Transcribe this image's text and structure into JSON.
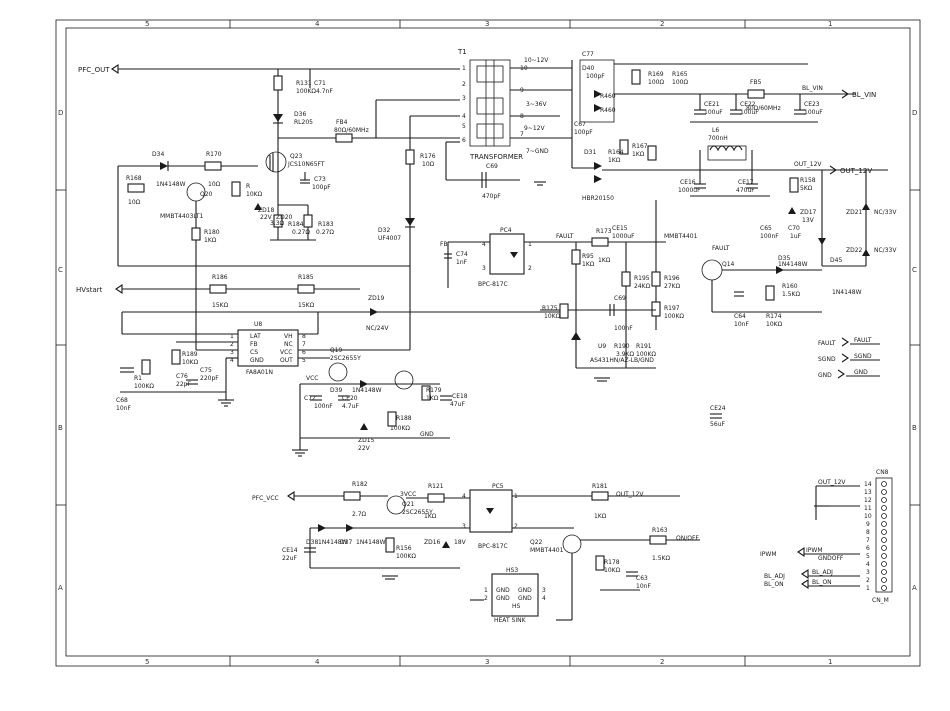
{
  "border": {
    "columns_top": [
      "5",
      "4",
      "3",
      "2",
      "1"
    ],
    "columns_bottom": [
      "5",
      "4",
      "3",
      "2",
      "1"
    ],
    "rows_left": [
      "D",
      "C",
      "B",
      "A"
    ],
    "rows_right": [
      "D",
      "C",
      "B",
      "A"
    ]
  },
  "nets": {
    "pfc_out": "PFC_OUT",
    "hvstart": "HVstart",
    "pfc_vcc": "PFC_VCC",
    "bl_vin_label": "BL_VIN",
    "bl_vin_port": "BL_VIN",
    "out12_label": "OUT_12V",
    "out12_port": "OUT_12V",
    "fault_port": "FAULT",
    "fault_label": "FAULT",
    "sgnd_port": "SGND",
    "sgnd_label": "SGND",
    "gnd_port": "GND",
    "gnd_label": "GND",
    "fb": "FB",
    "fault_mid": "FAULT",
    "fault_q14": "FAULT",
    "vcc": "VCC",
    "gnd_lower": "GND",
    "vcc3": "3VCC",
    "out12_lower": "OUT_12V",
    "on_off": "ON/OFF",
    "ipwm": "IPWM",
    "ipwm_port": "IPWM",
    "gnd_off": "GNDOFF",
    "bl_adj": "BL_ADJ",
    "bl_on": "BL_ON",
    "bl_adj_port": "BL_ADJ",
    "bl_on_port": "BL_ON",
    "out12_cn": "OUT_12V"
  },
  "transformer": {
    "ref": "T1",
    "name": "TRANSFORMER",
    "pins": [
      "1",
      "2",
      "3",
      "4",
      "5",
      "6",
      "10",
      "9",
      "8",
      "7"
    ],
    "windings": [
      "10~12V",
      "3~36V",
      "9~12V",
      "7~GND"
    ]
  },
  "ics": {
    "u8": {
      "ref": "U8",
      "part": "FA8A01N",
      "pins_left": [
        "LAT",
        "FB",
        "CS",
        "GND"
      ],
      "pins_right": [
        "VH",
        "NC",
        "VCC",
        "OUT"
      ],
      "pin_numbers": [
        "1",
        "2",
        "3",
        "4",
        "8",
        "7",
        "6",
        "5"
      ]
    },
    "pc4": {
      "ref": "PC4",
      "part": "BPC-817C",
      "pins": [
        "4",
        "3",
        "1",
        "2"
      ]
    },
    "pc5": {
      "ref": "PC5",
      "part": "BPC-817C",
      "pins": [
        "4",
        "3",
        "1",
        "2"
      ]
    },
    "u9": {
      "ref": "U9",
      "part": "AS431HN/AZ-LB/GND"
    },
    "hs3": {
      "ref": "HS3",
      "part": "HEAT SINK",
      "pins_left": [
        "GND",
        "GND"
      ],
      "pins_right": [
        "GND",
        "GND"
      ],
      "pin_numbers": [
        "1",
        "2",
        "3",
        "4"
      ],
      "mark": "HS"
    },
    "cn8": {
      "ref": "CN8",
      "part": "CN_M",
      "pins": [
        "14",
        "13",
        "12",
        "11",
        "10",
        "9",
        "8",
        "7",
        "6",
        "5",
        "4",
        "3",
        "2",
        "1"
      ]
    }
  },
  "components": {
    "r131": "R131",
    "r131v": "100KΩ",
    "c71": "C71",
    "c71v": "4.7nF",
    "d36": "D36",
    "d36v": "RL205",
    "fb4": "FB4",
    "fb4v": "80Ω/60MHz",
    "q23": "Q23",
    "q23v": "JCS10N65FT",
    "d34": "D34",
    "d34v": "1N4148W",
    "r170": "R170",
    "r170v": "10Ω",
    "r168": "R168",
    "r168v": "10Ω",
    "q20": "Q20",
    "q20v": "MMBT4403LT1",
    "rq20": "R",
    "rq20v": "10KΩ",
    "zd18": "ZD18",
    "zd18v": "22V",
    "zd20": "ZD20",
    "r184": "R184",
    "r184v": "3.3Ω",
    "r183": "R183",
    "r183v": "0.27Ω",
    "r184b": "0.27Ω",
    "c73": "C73",
    "c73v": "100pF",
    "r180": "R180",
    "r180v": "1KΩ",
    "r176": "R176",
    "r176v": "10Ω",
    "d32": "D32",
    "d32v": "UF4007",
    "c69t": "C69",
    "c69tv": "470pF",
    "r186": "R186",
    "r186v": "15KΩ",
    "r185": "R185",
    "r185v": "15KΩ",
    "zd19": "ZD19",
    "zd19v": "NC/24V",
    "r189": "R189",
    "r189v": "10KΩ",
    "r1": "R1",
    "r1v": "100KΩ",
    "c76": "C76",
    "c76v": "22pF",
    "c75": "C75",
    "c75v": "220pF",
    "c68": "C68",
    "c68v": "10nF",
    "q19": "Q19",
    "q19v": "2SC2655Y",
    "d39": "D39",
    "d39v": "1N4148W",
    "c72": "C72",
    "c72v": "100nF",
    "c20": "CE20",
    "c20v": "4.7uF",
    "r188": "R188",
    "r188v": "100KΩ",
    "zd15": "ZD15",
    "zd15v": "22V",
    "r179": "R179",
    "r179v": "1KΩ",
    "ce18": "CE18",
    "ce18v": "47uF",
    "c77": "C77",
    "c77v": "100pF",
    "d40": "D40",
    "r169": "R169",
    "r169v": "100Ω",
    "r165": "R165",
    "r165v": "100Ω",
    "d40b": "R460",
    "d40c": "R460",
    "c67": "C67",
    "c67v": "100pF",
    "fb5": "FB5",
    "fb5v": "80Ω/60MHz",
    "ce21": "CE21",
    "ce21v": "100uF",
    "ce22": "CE22",
    "ce22v": "100uF",
    "ce23": "CE23",
    "ce23v": "100uF",
    "l6": "L6",
    "l6v": "700nH",
    "r164": "R164",
    "r164v": "1KΩ",
    "r167": "R167",
    "r167v": "1KΩ",
    "d31": "D31",
    "d31v": "HBR20150",
    "ce16": "CE16",
    "ce16v": "1000uF",
    "ce17": "CE17",
    "ce17v": "470uF",
    "r158": "R158",
    "r158v": "5KΩ",
    "zd17": "ZD17",
    "zd17v": "13V",
    "c65": "C65",
    "c65v": "100nF",
    "c70": "C70",
    "c70v": "1uF",
    "zd21": "ZD21",
    "zd21v": "NC/33V",
    "zd22": "ZD22",
    "zd22v": "NC/33V",
    "c74": "C74",
    "c74v": "1nF",
    "r173": "R173",
    "r173v": "1KΩ",
    "ce15": "CE15",
    "ce15v": "1000uF",
    "r95": "R95",
    "r95v": "1KΩ",
    "r195": "R195",
    "r195v": "24KΩ",
    "r196": "R196",
    "r196v": "27KΩ",
    "r197": "R197",
    "r197v": "100KΩ",
    "q_mmbt": "MMBT4401",
    "c69": "C69",
    "c69v": "100nF",
    "r175": "R175",
    "r175v": "10KΩ",
    "r190": "R190",
    "r190v": "3.9KΩ",
    "r191": "R191",
    "r191v": "100KΩ",
    "q14": "Q14",
    "d35": "D35",
    "d35v": "1N4148W",
    "r160": "R160",
    "r160v": "1.5KΩ",
    "c64": "C64",
    "c64v": "10nF",
    "r174": "R174",
    "r174v": "10KΩ",
    "d45": "D45",
    "d45v": "1N4148W",
    "ce24": "CE24",
    "ce24v": "56uF",
    "r182": "R182",
    "r182v": "2.7Ω",
    "q21": "Q21",
    "q21v": "2SC2655Y",
    "r121": "R121",
    "r121v": "1KΩ",
    "d38": "D38",
    "d38v": "1N4148W",
    "d37": "D37",
    "d37v": "1N4148W",
    "r156": "R156",
    "r156v": "100KΩ",
    "zd16": "ZD16",
    "zd16v": "18V",
    "ce14": "CE14",
    "ce14v": "22uF",
    "r181": "R181",
    "r181v": "1KΩ",
    "q22": "Q22",
    "q22v": "MMBT4401",
    "r163": "R163",
    "r163v": "1.5KΩ",
    "r178": "R178",
    "r178v": "10KΩ",
    "c63": "C63",
    "c63v": "10nF"
  }
}
